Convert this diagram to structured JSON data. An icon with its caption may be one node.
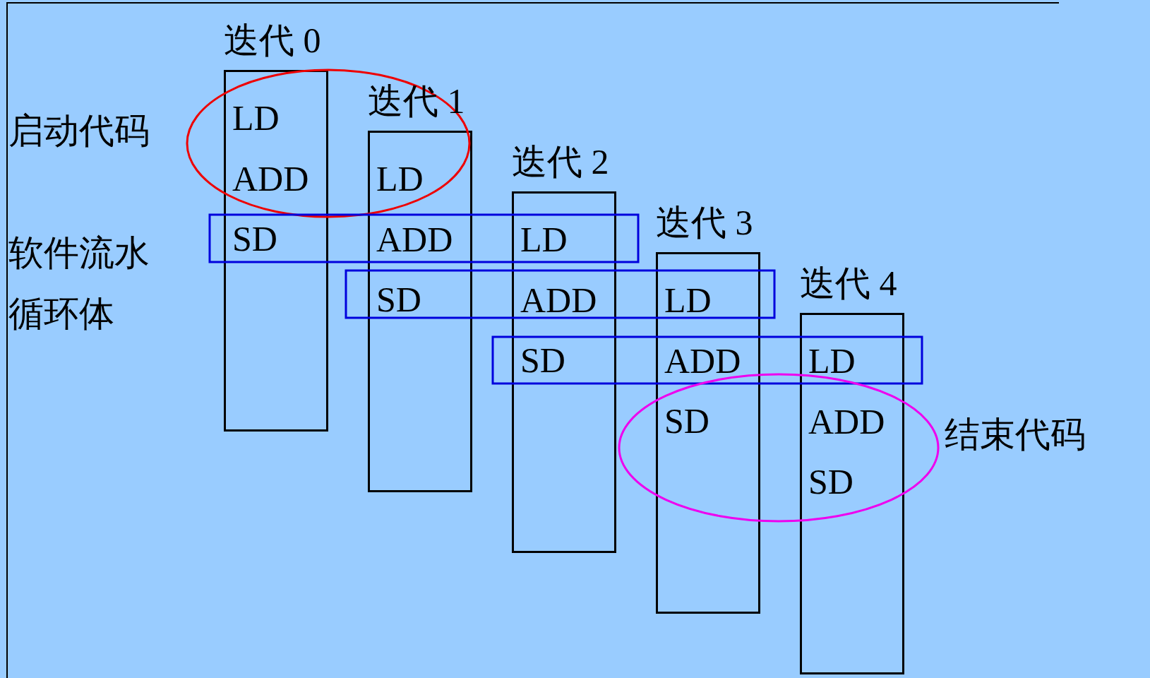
{
  "diagram": {
    "nodes": [
      {
        "text": [
          "迭代 0",
          "LD",
          "ADD",
          "SD"
        ]
      },
      {
        "text": [
          "迭代 1",
          "LD",
          "ADD",
          "SD"
        ]
      },
      {
        "text": [
          "迭代 2",
          "LD",
          "ADD",
          "SD"
        ]
      },
      {
        "text": [
          "迭代 3",
          "LD",
          "ADD",
          "SD"
        ]
      },
      {
        "text": [
          "迭代 4",
          "LD",
          "ADD",
          "SD"
        ]
      }
    ],
    "edges": [],
    "labels": [
      "启动代码",
      "软件流水循环体",
      "结束代码"
    ]
  }
}
